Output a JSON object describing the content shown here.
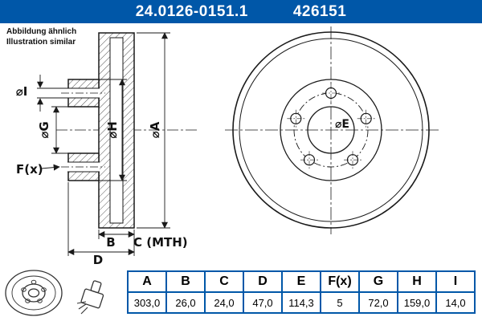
{
  "header": {
    "part_number": "24.0126-0151.1",
    "article_number": "426151"
  },
  "note": {
    "line1": "Abbildung ähnlich",
    "line2": "Illustration similar"
  },
  "drawing": {
    "labels": {
      "dia_i": "⌀I",
      "dia_g": "⌀G",
      "f_x": "F(x)",
      "dia_h": "⌀H",
      "dia_a": "⌀A",
      "b": "B",
      "c_mth": "C (MTH)",
      "d": "D",
      "dia_e": "⌀E"
    }
  },
  "table": {
    "headers": [
      "A",
      "B",
      "C",
      "D",
      "E",
      "F(x)",
      "G",
      "H",
      "I"
    ],
    "values": [
      "303,0",
      "26,0",
      "24,0",
      "47,0",
      "114,3",
      "5",
      "72,0",
      "159,0",
      "14,0"
    ]
  },
  "colors": {
    "accent": "#0057a8",
    "line": "#1a1a1a"
  }
}
